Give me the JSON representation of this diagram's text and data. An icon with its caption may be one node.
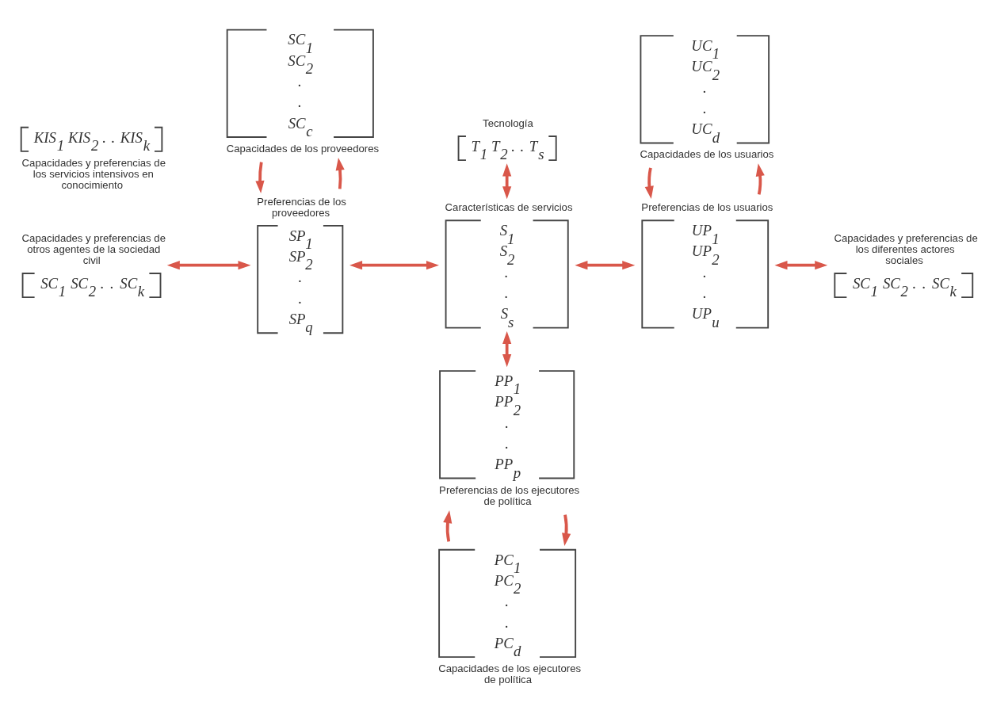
{
  "diagram": {
    "nodes": [
      {
        "text": [
          "Capacidades y preferencias de otros agentes de la sociedad civil",
          "SC$_{1}$ SC$_{2}$ . . SC$_{k}$"
        ]
      },
      {
        "text": [
          "KIS$_{1}$ KIS$_{2}$ . . KIS$_{k}$",
          "Capacidades y preferencias de los servicios intensivos en conocimiento"
        ]
      },
      {
        "text": [
          "Preferencias de los proveedores",
          "SP$_{1}$ SP$_{2}$ . . SP$_{q}$"
        ]
      },
      {
        "text": [
          "SC$_{1}$ SC$_{2}$ . . SC$_{c}$",
          "Capacidades de los proveedores"
        ]
      },
      {
        "text": [
          "Tecnología",
          "T$_{1}$ T$_{2}$ . . T$_{s}$"
        ]
      },
      {
        "text": [
          "Características de servicios",
          "S$_{1}$ S$_{2}$ . . S$_{s}$"
        ]
      },
      {
        "text": [
          "Preferencias de los usuarios",
          "UP$_{1}$ UP$_{2}$ . . UP$_{u}$"
        ]
      },
      {
        "text": [
          "UC$_{1}$ UC$_{2}$ . . UC$_{d}$",
          "Capacidades de los usuarios"
        ]
      },
      {
        "text": [
          "Capacidades y preferencias de los diferentes actores sociales",
          "SC$_{1}$ SC$_{2}$ . . SC$_{k}$"
        ]
      },
      {
        "text": [
          "PP$_{1}$ PP$_{2}$ . . PP$_{p}$",
          "Preferencias de los ejecutores de política"
        ]
      },
      {
        "text": [
          "PC$_{1}$ PC$_{2}$ . . PC$_{d}$",
          "Capacidades de los ejecutores de política"
        ]
      }
    ],
    "edges": [
      {
        "from": 0,
        "to": 2,
        "arrow": "both"
      },
      {
        "from": 2,
        "to": 3,
        "arrow": "to"
      },
      {
        "from": 3,
        "to": 2,
        "arrow": "to"
      },
      {
        "from": 2,
        "to": 5,
        "arrow": "both"
      },
      {
        "from": 4,
        "to": 5,
        "arrow": "both"
      },
      {
        "from": 5,
        "to": 6,
        "arrow": "both"
      },
      {
        "from": 6,
        "to": 7,
        "arrow": "to"
      },
      {
        "from": 7,
        "to": 6,
        "arrow": "to"
      },
      {
        "from": 6,
        "to": 8,
        "arrow": "both"
      },
      {
        "from": 5,
        "to": 9,
        "arrow": "both"
      },
      {
        "from": 9,
        "to": 10,
        "arrow": "to"
      },
      {
        "from": 10,
        "to": 9,
        "arrow": "to"
      }
    ]
  }
}
